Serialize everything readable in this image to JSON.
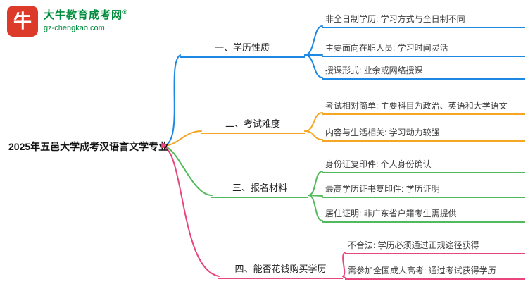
{
  "logo": {
    "icon_char": "牛",
    "icon_bg": "#dd3b2a",
    "title": "大牛教育成考网",
    "registered_mark": "®",
    "subtitle": "gz-chengkao.com",
    "text_color": "#008c3c"
  },
  "root": {
    "label": "2025年五邑大学成考汉语言文学专业",
    "dot_color": "#e8467c"
  },
  "branches": [
    {
      "label": "一、学历性质",
      "color": "#1e88e5",
      "children": [
        "非全日制学历: 学习方式与全日制不同",
        "主要面向在职人员: 学习时间灵活",
        "授课形式: 业余或网络授课"
      ]
    },
    {
      "label": "二、考试难度",
      "color": "#f5a623",
      "children": [
        "考试相对简单: 主要科目为政治、英语和大学语文",
        "内容与生活相关: 学习动力较强"
      ]
    },
    {
      "label": "三、报名材料",
      "color": "#52b95c",
      "children": [
        "身份证复印件: 个人身份确认",
        "最高学历证书复印件: 学历证明",
        "居住证明: 非广东省户籍考生需提供"
      ]
    },
    {
      "label": "四、能否花钱购买学历",
      "color": "#e8467c",
      "children": [
        "不合法: 学历必须通过正规途径获得",
        "需参加全国成人高考: 通过考试获得学历"
      ]
    }
  ]
}
